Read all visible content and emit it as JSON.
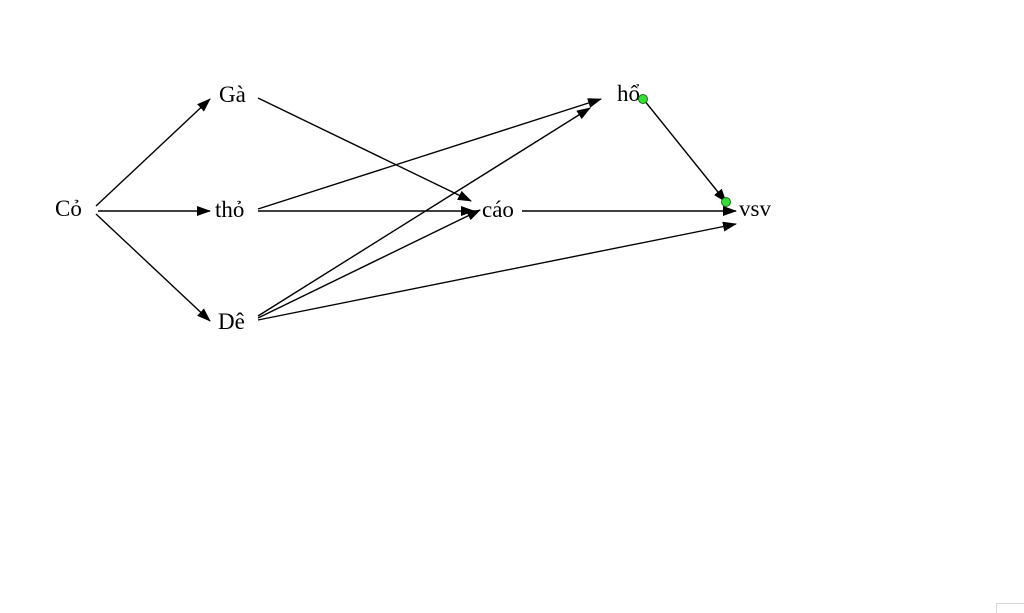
{
  "nodes": [
    {
      "id": "co",
      "label": "Cỏ"
    },
    {
      "id": "ga",
      "label": "Gà"
    },
    {
      "id": "tho",
      "label": "thỏ"
    },
    {
      "id": "de",
      "label": "Dê"
    },
    {
      "id": "cao",
      "label": "cáo"
    },
    {
      "id": "ho",
      "label": "hổ"
    },
    {
      "id": "vsv",
      "label": "vsv"
    }
  ],
  "edges": [
    {
      "from": "co",
      "to": "ga"
    },
    {
      "from": "co",
      "to": "tho"
    },
    {
      "from": "co",
      "to": "de"
    },
    {
      "from": "ga",
      "to": "cao"
    },
    {
      "from": "tho",
      "to": "cao"
    },
    {
      "from": "tho",
      "to": "ho"
    },
    {
      "from": "de",
      "to": "cao"
    },
    {
      "from": "de",
      "to": "ho"
    },
    {
      "from": "de",
      "to": "vsv"
    },
    {
      "from": "cao",
      "to": "vsv"
    },
    {
      "from": "ho",
      "to": "vsv"
    }
  ],
  "colors": {
    "line": "#000000",
    "selection_handle": "#33dd33",
    "background": "#ffffff"
  }
}
